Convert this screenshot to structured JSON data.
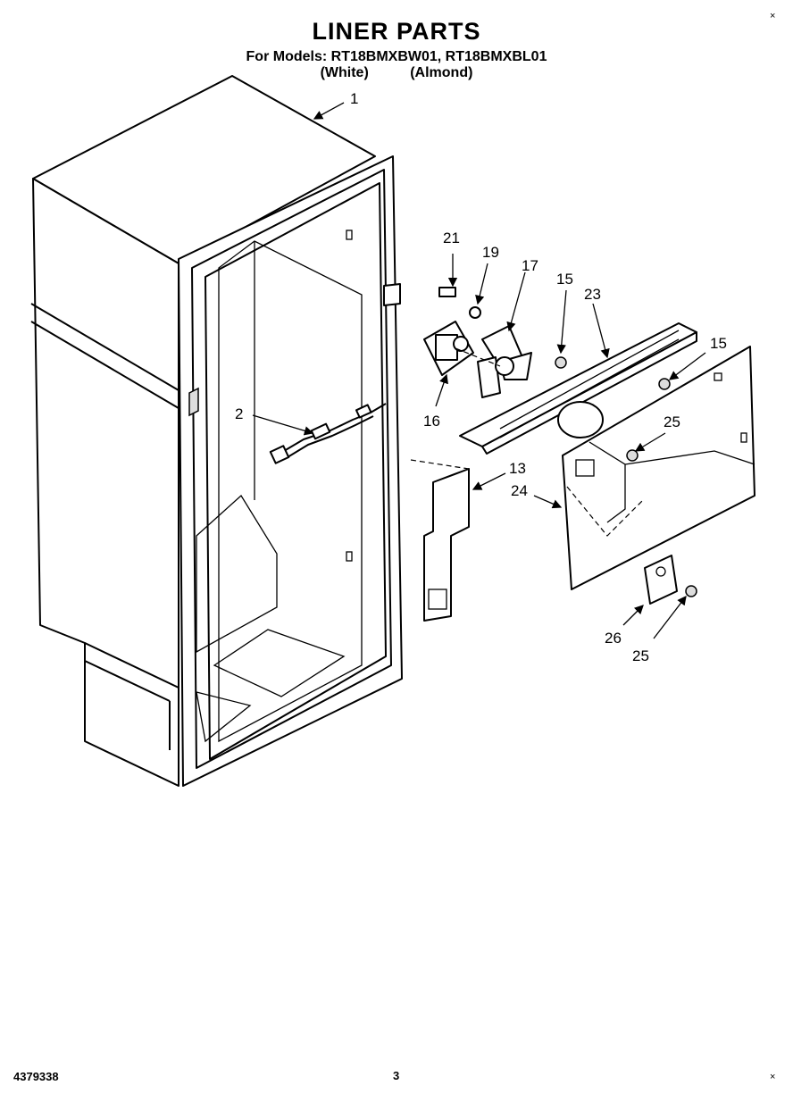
{
  "title": "LINER PARTS",
  "models": "For Models: RT18BMXBW01, RT18BMXBL01",
  "finishes": {
    "white": "(White)",
    "almond": "(Almond)"
  },
  "doc_number": "4379338",
  "page_number": "3",
  "callouts": [
    "1",
    "2",
    "13",
    "15",
    "15",
    "16",
    "17",
    "19",
    "21",
    "23",
    "24",
    "25",
    "25",
    "26"
  ]
}
